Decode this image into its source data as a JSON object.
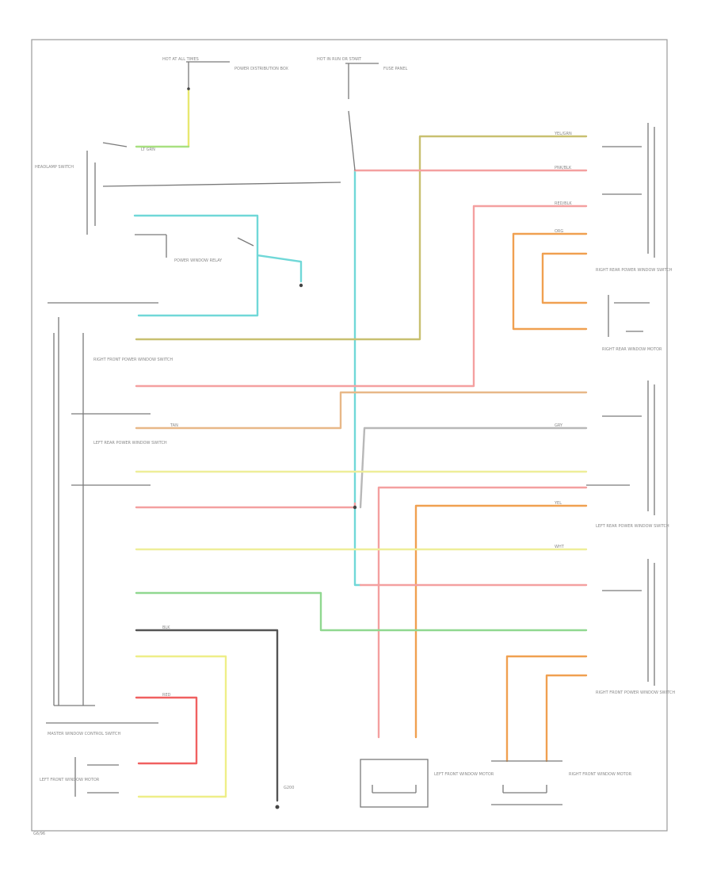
{
  "diagram": {
    "colors": {
      "yellow": "#e8e870",
      "light_green": "#a8e080",
      "cyan": "#70d8d8",
      "dark_yellow": "#c8c070",
      "pink": "#f4a0a0",
      "red": "#f06060",
      "orange": "#f0a050",
      "tan": "#e8b888",
      "gray": "#9a9a9a",
      "green": "#90d890",
      "black": "#555555"
    },
    "labels": {
      "battery_fuse": "HOT AT ALL TIMES",
      "fuse_note": "POWER DISTRIBUTION BOX",
      "ignition_fuse": "HOT IN RUN OR START",
      "ignition_note": "FUSE PANEL",
      "lamp_switch": "HEADLAMP SWITCH",
      "rr_door_switch": "RIGHT REAR POWER WINDOW SWITCH",
      "rr_motor": "RIGHT REAR WINDOW MOTOR",
      "lr_door_switch": "LEFT REAR POWER WINDOW SWITCH",
      "rf_switch": "RIGHT FRONT POWER WINDOW SWITCH",
      "master_switch": "MASTER WINDOW CONTROL SWITCH",
      "lf_motor": "LEFT FRONT WINDOW MOTOR",
      "rf_motor": "RIGHT FRONT WINDOW MOTOR",
      "lf_switch_motor": "LEFT FRONT WINDOW MOTOR",
      "ground": "G200",
      "relay": "POWER WINDOW RELAY",
      "wire_yel_grn": "YEL/GRN",
      "wire_lt_grn": "LT GRN",
      "wire_pnk_blk": "PNK/BLK",
      "wire_red_blk": "RED/BLK",
      "wire_tan": "TAN",
      "wire_org": "ORG",
      "wire_gry": "GRY",
      "wire_wht": "WHT",
      "wire_yel": "YEL",
      "wire_red": "RED",
      "wire_blk": "BLK",
      "footer": "G6/96"
    }
  }
}
